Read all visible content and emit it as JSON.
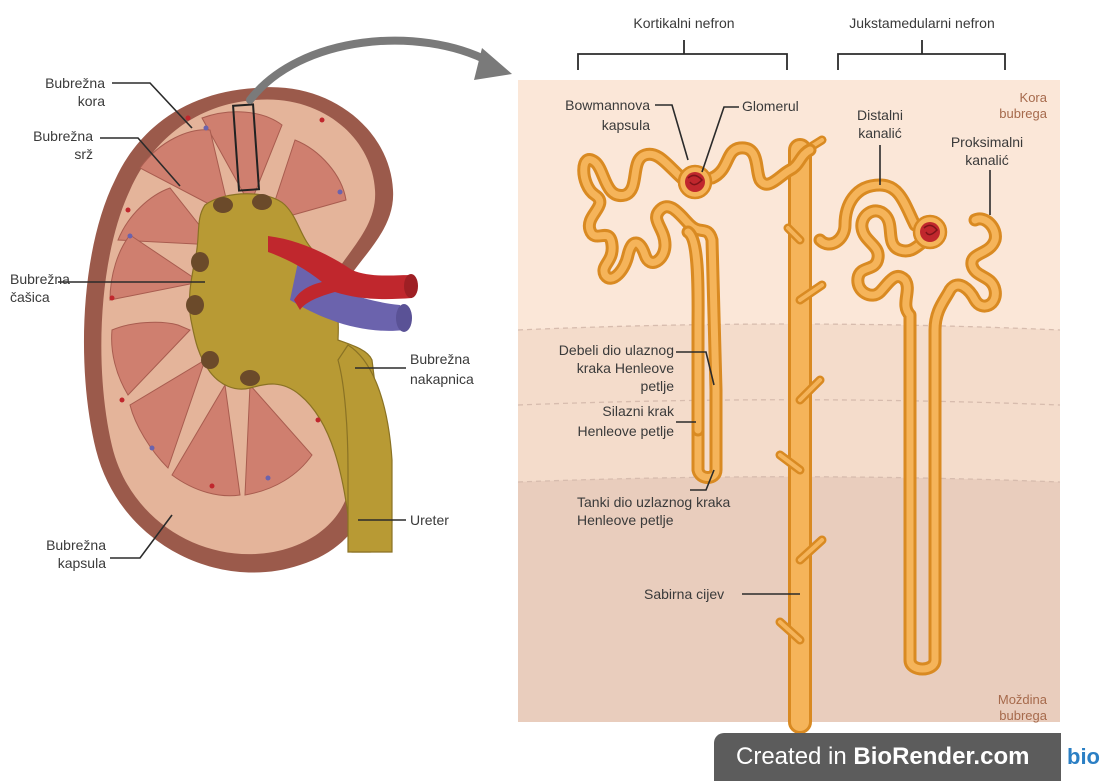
{
  "labels": {
    "renal_cortex": [
      "Bubrežna",
      "kora"
    ],
    "renal_medulla": [
      "Bubrežna",
      "srž"
    ],
    "renal_calyx": [
      "Bubrežna",
      "čašica"
    ],
    "renal_capsule": [
      "Bubrežna",
      "kapsula"
    ],
    "renal_pelvis": [
      "Bubrežna",
      "nakapnica"
    ],
    "ureter": "Ureter",
    "cortical_nephron": "Kortikalni nefron",
    "juxtamedullary_nephron": "Jukstamedularni nefron",
    "bowman_capsule": [
      "Bowmannova",
      "kapsula"
    ],
    "glomerulus": "Glomerul",
    "distal_tubule": [
      "Distalni",
      "kanalić"
    ],
    "proximal_tubule": [
      "Proksimalni",
      "kanalić"
    ],
    "kidney_cortex_zone": [
      "Kora",
      "bubrega"
    ],
    "thick_ascending": [
      "Debeli dio ulaznog",
      "kraka Henleove",
      "petlje"
    ],
    "descending_limb": [
      "Silazni krak",
      "Henleove petlje"
    ],
    "thin_ascending": [
      "Tanki dio uzlaznog kraka",
      "Henleove petlje"
    ],
    "collecting_duct": "Sabirna cijev",
    "kidney_medulla_zone": [
      "Moždina",
      "bubrega"
    ]
  },
  "footer": {
    "prefix": "Created in ",
    "brand": "BioRender.com",
    "logo": "bio"
  },
  "colors": {
    "cortex_zone": "#fbe7d8",
    "outer_medulla_zone": "#f4dccb",
    "inner_medulla_zone": "#e9cdbd",
    "tubule": "#f5b45a",
    "tubule_outline": "#d98a22",
    "glomerulus": "#c0272d",
    "kidney_capsule": "#9b5a4b",
    "kidney_cortex": "#e4b49a",
    "pyramid": "#cf7f6f",
    "pelvis": "#b89a34",
    "artery": "#c0272d",
    "vein": "#6b63ad"
  }
}
